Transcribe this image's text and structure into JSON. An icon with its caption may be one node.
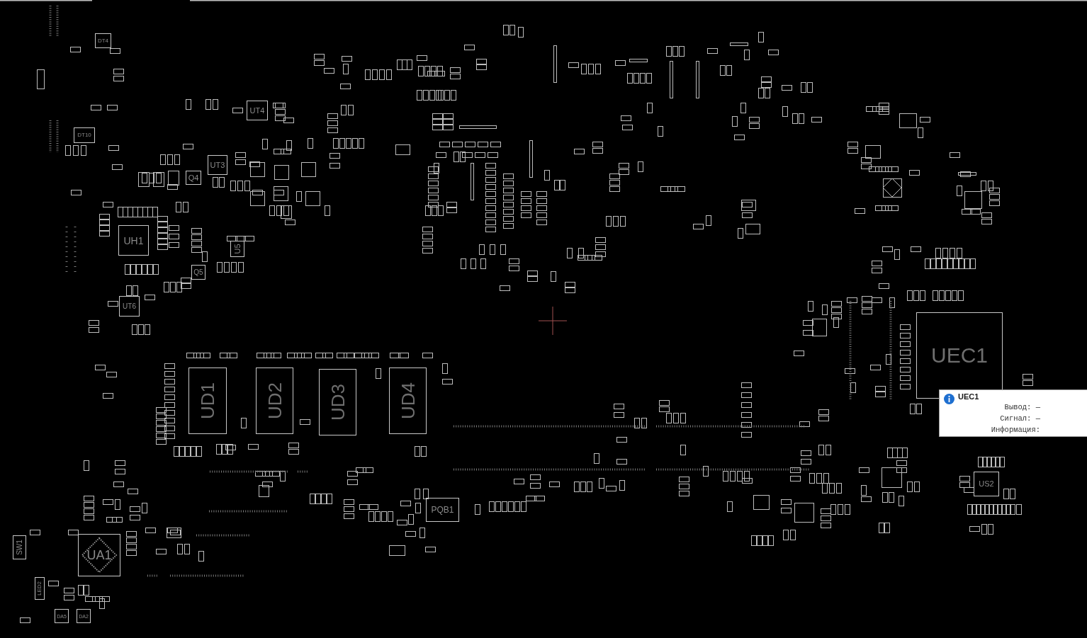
{
  "diagram": {
    "nodes": [
      {
        "text": [
          "DT4"
        ]
      },
      {
        "text": [
          "DT10"
        ]
      },
      {
        "text": [
          "UT4"
        ]
      },
      {
        "text": [
          "UT3"
        ]
      },
      {
        "text": [
          "Q4"
        ]
      },
      {
        "text": [
          "UH1"
        ]
      },
      {
        "text": [
          "U5"
        ]
      },
      {
        "text": [
          "Q5"
        ]
      },
      {
        "text": [
          "UT6"
        ]
      },
      {
        "text": [
          "UD1"
        ]
      },
      {
        "text": [
          "UD2"
        ]
      },
      {
        "text": [
          "UD3"
        ]
      },
      {
        "text": [
          "UD4"
        ]
      },
      {
        "text": [
          "UEC1"
        ]
      },
      {
        "text": [
          "PQB1"
        ]
      },
      {
        "text": [
          "US2"
        ]
      },
      {
        "text": [
          "SW1"
        ]
      },
      {
        "text": [
          "UA1"
        ]
      },
      {
        "text": [
          "LED2"
        ]
      },
      {
        "text": [
          "DA5"
        ]
      },
      {
        "text": [
          "DA2"
        ]
      },
      {
        "text": [
          "UEC1",
          "Вывод: —",
          "Сигнал: —",
          "Информация:"
        ]
      }
    ]
  }
}
